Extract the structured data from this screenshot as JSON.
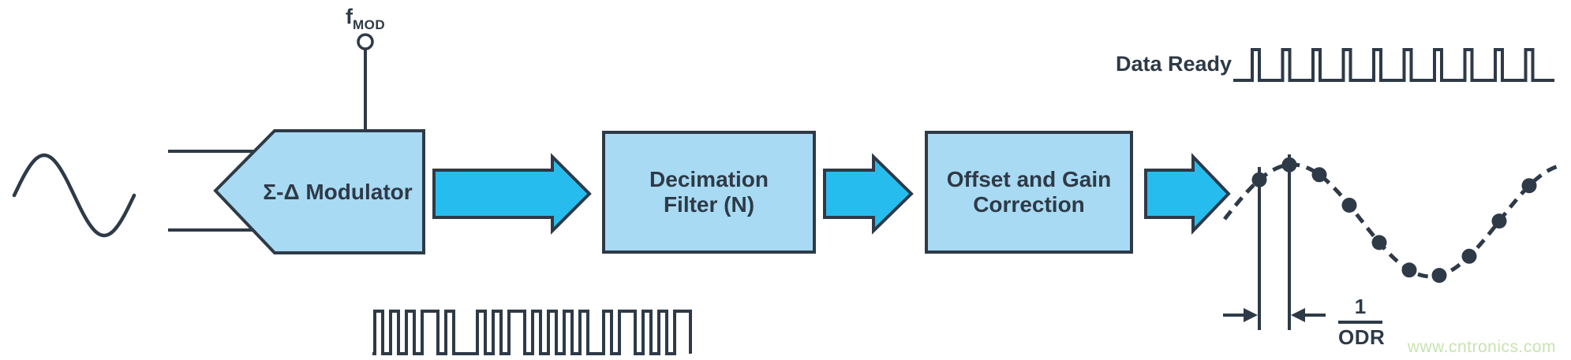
{
  "labels": {
    "fmod_base": "f",
    "fmod_sub": "MOD",
    "modulator": "Σ-Δ Modulator",
    "decimation_line1": "Decimation",
    "decimation_line2": "Filter (N)",
    "offset_line1": "Offset and Gain",
    "offset_line2": "Correction",
    "data_ready": "Data Ready",
    "odr_numerator": "1",
    "odr_denominator": "ODR",
    "watermark": "www.cntronics.com"
  },
  "waveforms": {
    "bitstream_bits": "1010101101000101011010101010010110101011",
    "data_ready_pulse_count": 10,
    "output_sample_count": 10
  },
  "colors": {
    "ink": "#2e3a47",
    "box_fill": "#a8daf3",
    "arrow_fill": "#26bdee",
    "watermark": "#c7e4b0"
  }
}
